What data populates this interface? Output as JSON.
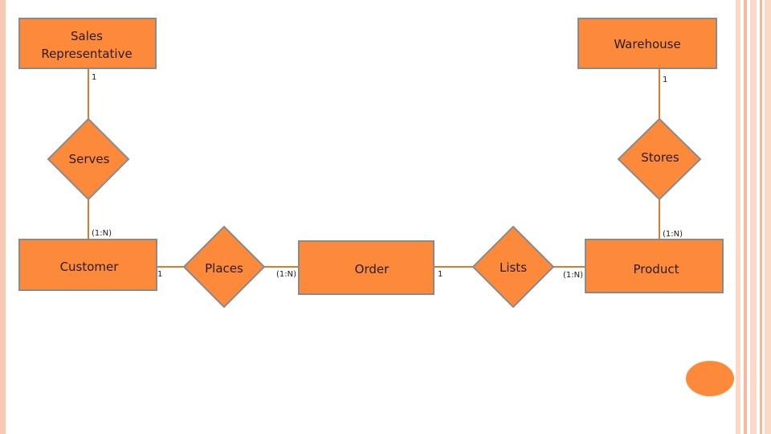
{
  "colors": {
    "fill": "#fd8a3a",
    "stroke": "#8a8a8a",
    "connector": "#e07a28",
    "stripe_light": "#fbd8c8",
    "stripe_mid": "#f6b79c",
    "circle": "#fd8a3a"
  },
  "entities": {
    "sales_rep": {
      "line1": "Sales",
      "line2": "Representative"
    },
    "warehouse": {
      "label": "Warehouse"
    },
    "customer": {
      "label": "Customer"
    },
    "order": {
      "label": "Order"
    },
    "product": {
      "label": "Product"
    }
  },
  "relationships": {
    "serves": {
      "label": "Serves"
    },
    "stores": {
      "label": "Stores"
    },
    "places": {
      "label": "Places"
    },
    "lists": {
      "label": "Lists"
    }
  },
  "cardinalities": {
    "sales_rep_serves": "1",
    "warehouse_stores": "1",
    "serves_customer": "(1:N)",
    "stores_product": "(1:N)",
    "customer_places": "1",
    "places_order": "(1:N)",
    "order_lists": "1",
    "lists_product": "(1:N)"
  }
}
